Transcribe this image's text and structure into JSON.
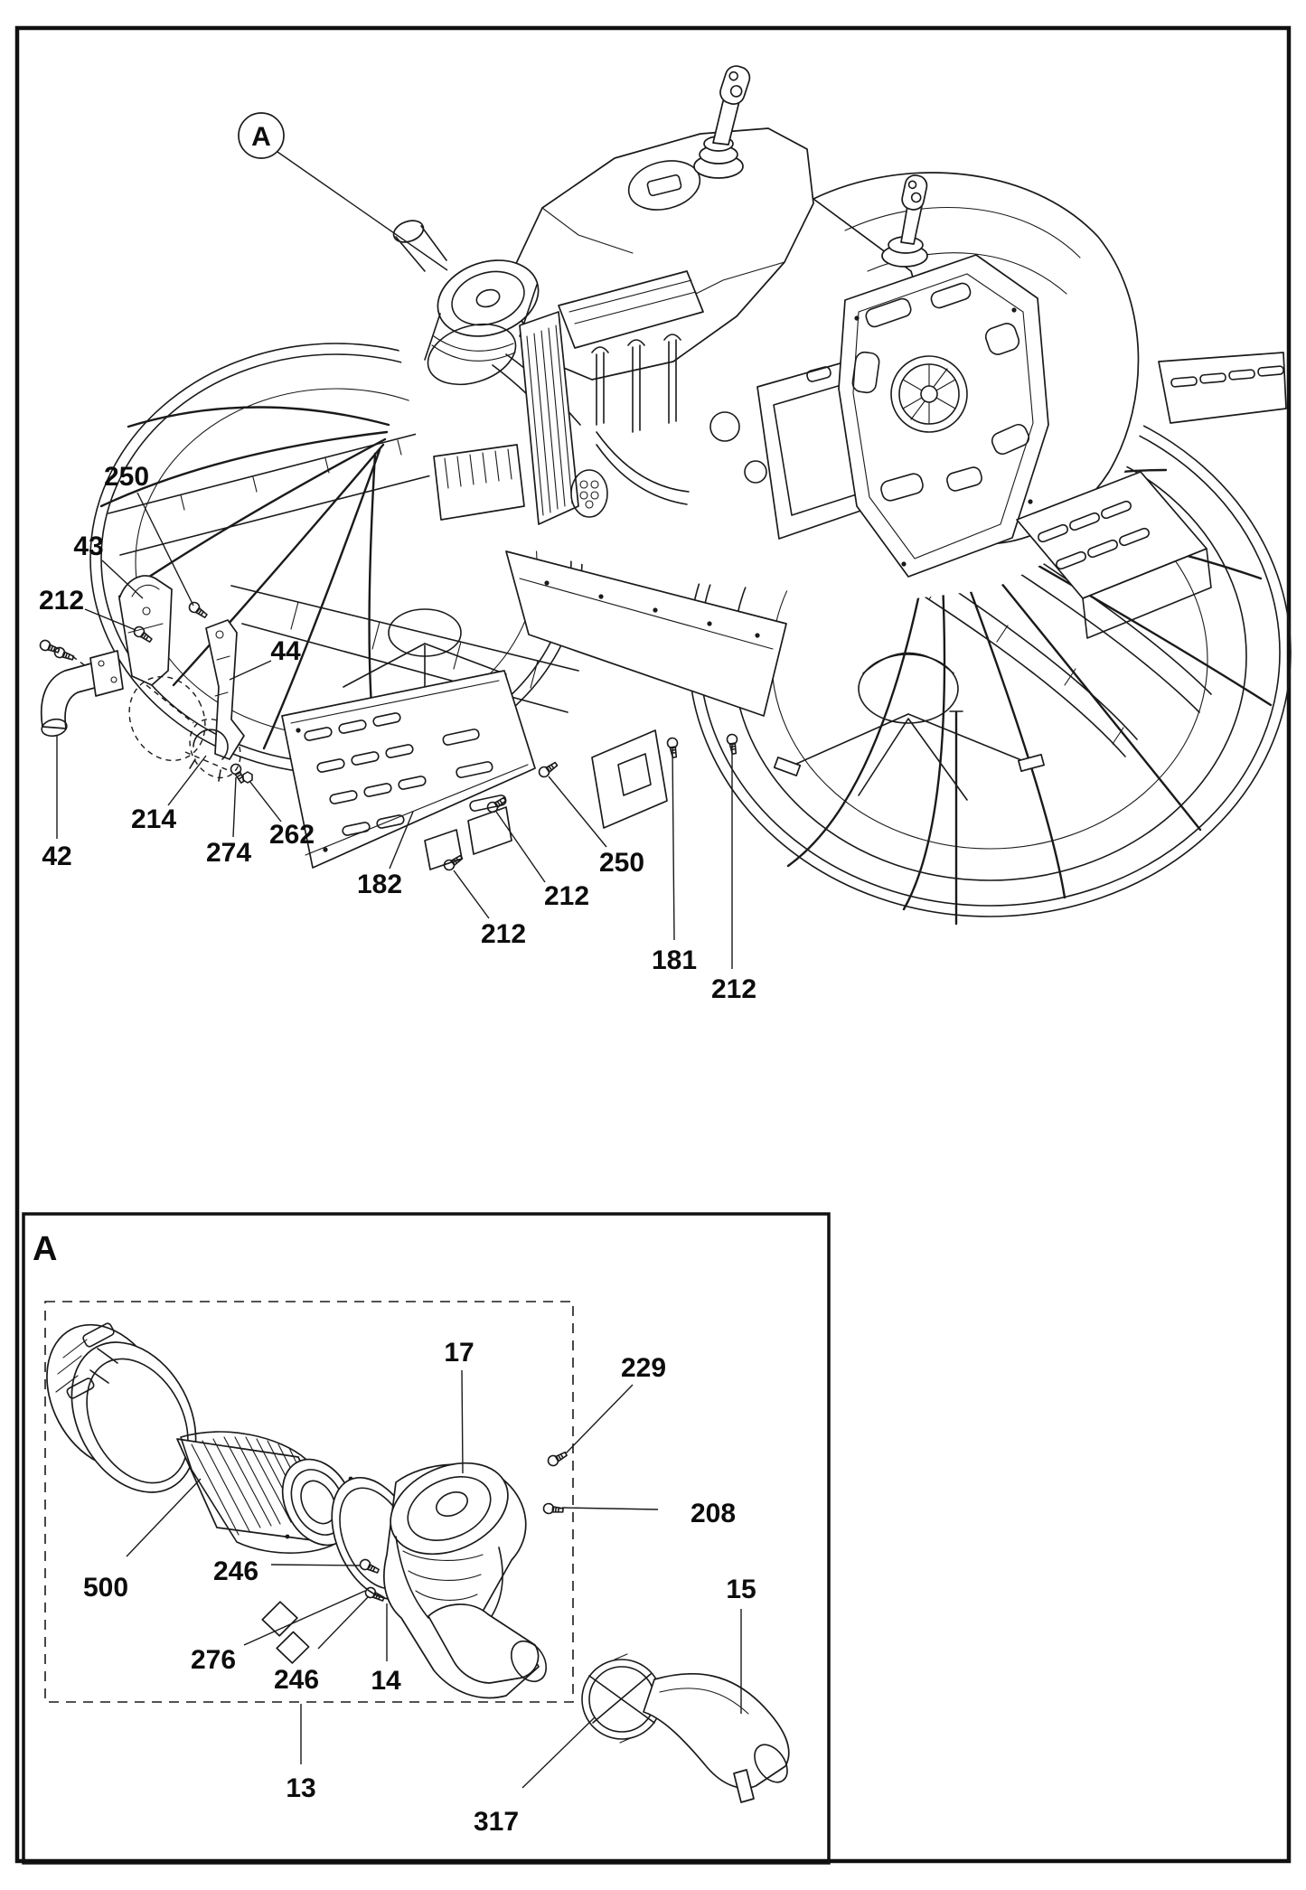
{
  "ink": "#1a1a1a",
  "paper": "#ffffff",
  "main_view": {
    "detail_callout": {
      "text": "A"
    },
    "labels": [
      {
        "text": "250"
      },
      {
        "text": "43"
      },
      {
        "text": "212"
      },
      {
        "text": "44"
      },
      {
        "text": "214"
      },
      {
        "text": "274"
      },
      {
        "text": "262"
      },
      {
        "text": "42"
      },
      {
        "text": "182"
      },
      {
        "text": "212"
      },
      {
        "text": "212"
      },
      {
        "text": "250"
      },
      {
        "text": "181"
      },
      {
        "text": "212"
      }
    ]
  },
  "detail_view": {
    "header": {
      "text": "A"
    },
    "labels": [
      {
        "text": "17"
      },
      {
        "text": "229"
      },
      {
        "text": "208"
      },
      {
        "text": "500"
      },
      {
        "text": "246"
      },
      {
        "text": "276"
      },
      {
        "text": "246"
      },
      {
        "text": "14"
      },
      {
        "text": "15"
      },
      {
        "text": "13"
      },
      {
        "text": "317"
      }
    ]
  }
}
